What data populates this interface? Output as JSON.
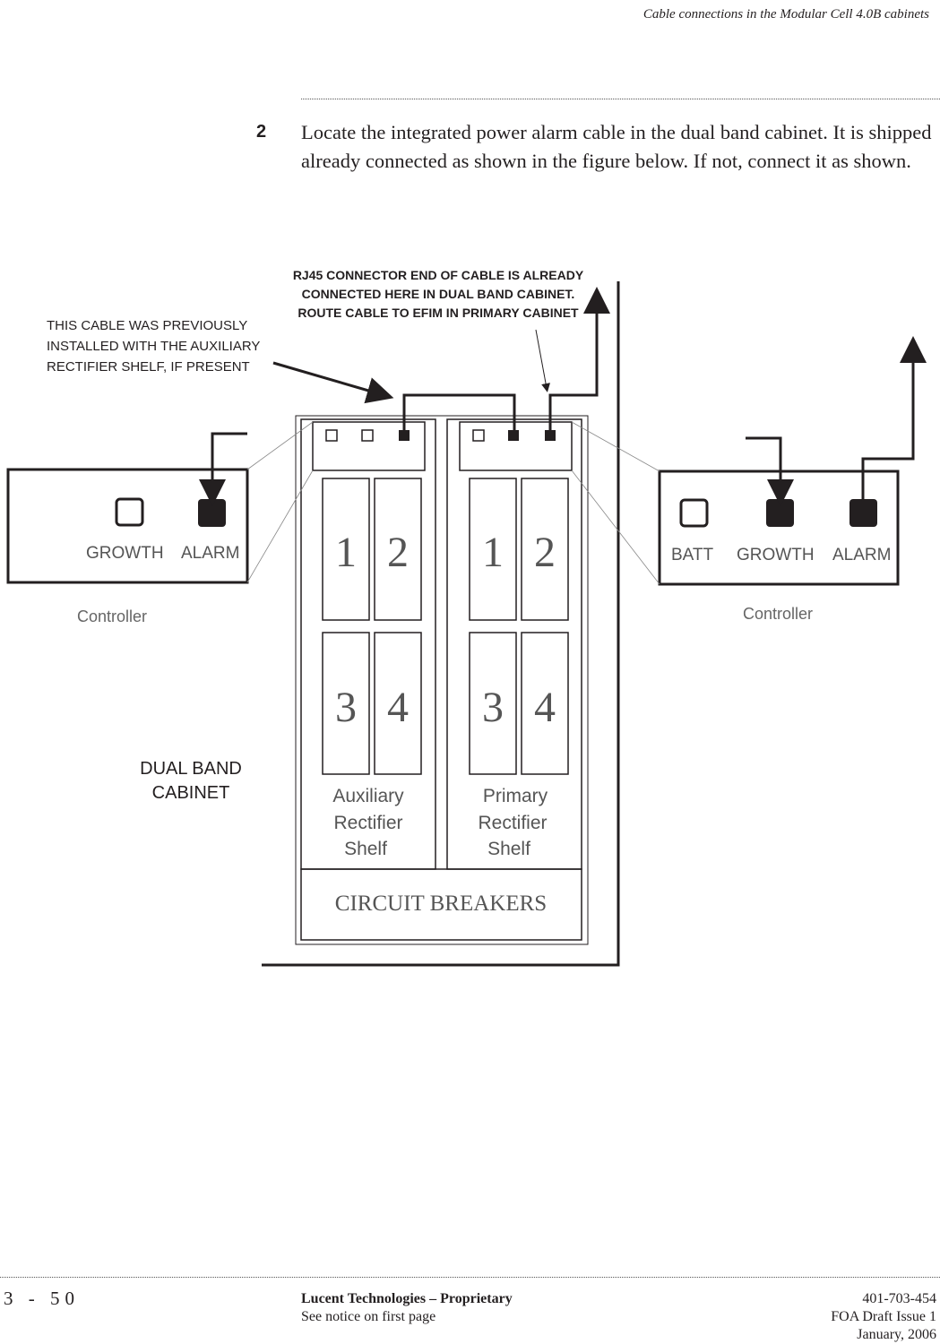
{
  "header": {
    "title": "Cable connections in the Modular Cell 4.0B cabinets"
  },
  "step": {
    "number": "2",
    "text": "Locate the integrated power alarm cable in the dual band cabinet. It is shipped already connected as shown in the figure below. If not, connect it as shown."
  },
  "figure": {
    "callout_rj45": [
      "RJ45 CONNECTOR END OF CABLE IS ALREADY",
      "CONNECTED HERE IN DUAL BAND CABINET.",
      "ROUTE CABLE TO EFIM IN PRIMARY CABINET"
    ],
    "callout_previous": [
      "THIS CABLE WAS PREVIOUSLY",
      "INSTALLED WITH THE AUXILIARY",
      "RECTIFIER SHELF, IF PRESENT"
    ],
    "left_controller": {
      "growth": "GROWTH",
      "alarm": "ALARM",
      "caption": "Controller"
    },
    "right_controller": {
      "batt": "BATT",
      "growth": "GROWTH",
      "alarm": "ALARM",
      "caption": "Controller"
    },
    "aux_shelf": {
      "slots": [
        "1",
        "2",
        "3",
        "4"
      ],
      "label": [
        "Auxiliary",
        "Rectifier",
        "Shelf"
      ]
    },
    "primary_shelf": {
      "slots": [
        "1",
        "2",
        "3",
        "4"
      ],
      "label": [
        "Primary",
        "Rectifier",
        "Shelf"
      ]
    },
    "breakers": "CIRCUIT  BREAKERS",
    "cabinet_label": [
      "DUAL BAND",
      "CABINET"
    ]
  },
  "footer": {
    "page": "3 - 50",
    "company": "Lucent Technologies – Proprietary",
    "notice": "See notice on first page",
    "doc_number": "401-703-454",
    "issue": "FOA Draft Issue 1",
    "date": "January, 2006"
  }
}
